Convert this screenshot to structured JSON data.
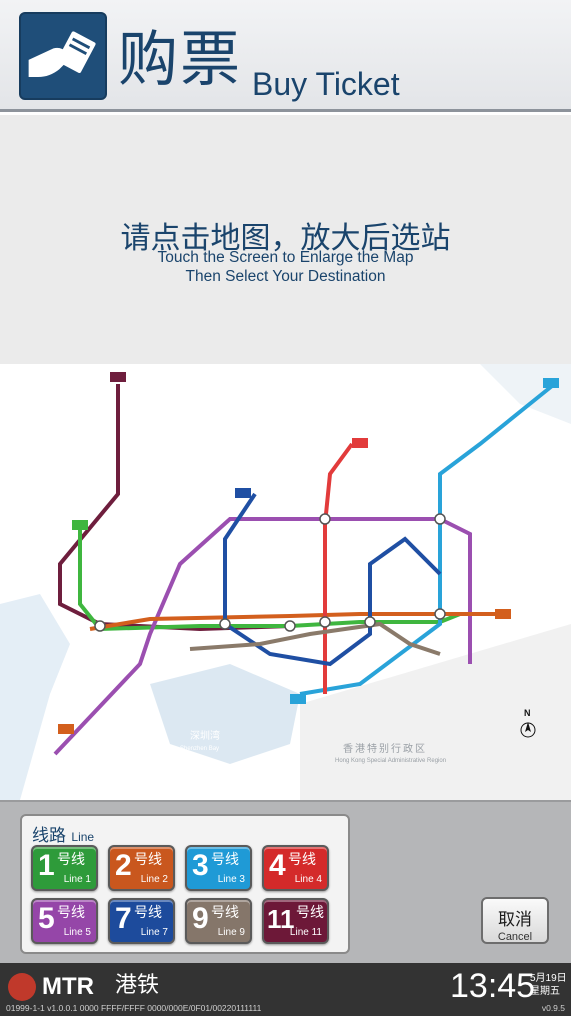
{
  "header": {
    "icon": "ticket-hand-icon",
    "title_cn": "购票",
    "title_en": "Buy Ticket"
  },
  "instruction": {
    "title_cn": "请点击地图，放大后选站",
    "line1_en": "Touch the Screen to Enlarge the Map",
    "line2_en": "Then Select Your Destination"
  },
  "map": {
    "lines": [
      {
        "id": "1",
        "color": "#3fb63f"
      },
      {
        "id": "2",
        "color": "#d35f1d"
      },
      {
        "id": "3",
        "color": "#29a3d9"
      },
      {
        "id": "4",
        "color": "#e23b3b"
      },
      {
        "id": "5",
        "color": "#9b4fb0"
      },
      {
        "id": "7",
        "color": "#1f4fa3"
      },
      {
        "id": "9",
        "color": "#8a7a6a"
      },
      {
        "id": "11",
        "color": "#6e1e3d"
      }
    ],
    "bay_label_cn": "深圳湾",
    "bay_label_en": "Shenzhen Bay",
    "hk_label_cn": "香港特别行政区",
    "hk_label_en": "Hong Kong Special Administrative Region",
    "north_label": "N"
  },
  "line_selector": {
    "label_cn": "线路",
    "label_en": "Line",
    "buttons": [
      {
        "num": "1",
        "cn": "号线",
        "en": "Line 1",
        "color": "#2e9b3a"
      },
      {
        "num": "2",
        "cn": "号线",
        "en": "Line 2",
        "color": "#c9571e"
      },
      {
        "num": "3",
        "cn": "号线",
        "en": "Line 3",
        "color": "#1f9ad6"
      },
      {
        "num": "4",
        "cn": "号线",
        "en": "Line 4",
        "color": "#d42a2a"
      },
      {
        "num": "5",
        "cn": "号线",
        "en": "Line 5",
        "color": "#9546a8"
      },
      {
        "num": "7",
        "cn": "号线",
        "en": "Line 7",
        "color": "#1d4b9c"
      },
      {
        "num": "9",
        "cn": "号线",
        "en": "Line 9",
        "color": "#85766a"
      },
      {
        "num": "11",
        "cn": "号线",
        "en": "Line 11",
        "color": "#6d1838"
      }
    ]
  },
  "cancel": {
    "cn": "取消",
    "en": "Cancel"
  },
  "footer": {
    "brand": "MTR",
    "brand_cn": "港铁",
    "version_left": "01999-1-1 v1.0.0.1 0000 FFFF/FFFF 0000/000E/0F01/00220111111",
    "version_right": "v0.9.5",
    "time": "13:45",
    "date": "5月19日",
    "weekday": "星期五"
  }
}
